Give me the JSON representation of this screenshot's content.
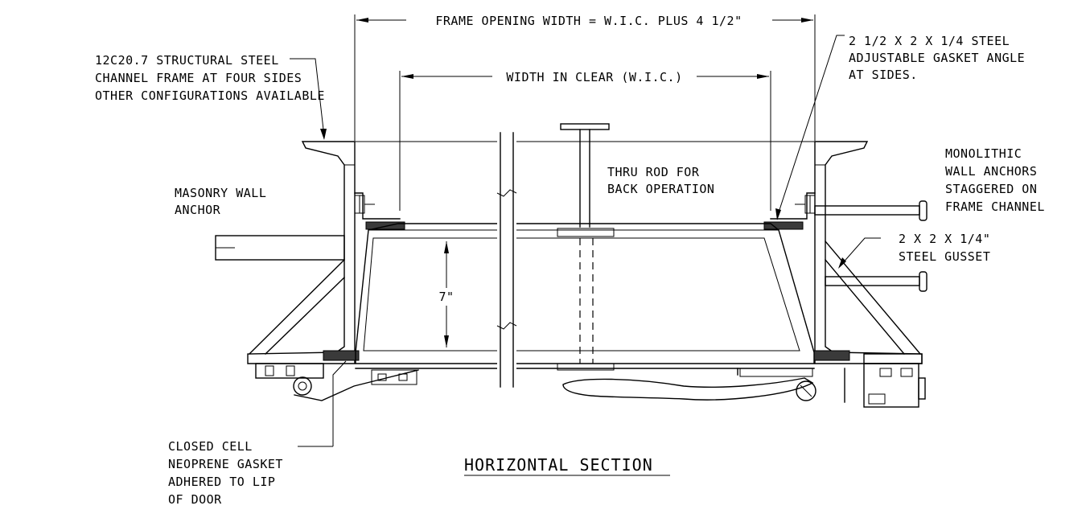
{
  "dimensions": {
    "frame_opening": "FRAME OPENING WIDTH = W.I.C. PLUS 4 1/2\"",
    "width_in_clear": "WIDTH IN CLEAR (W.I.C.)",
    "depth": "7\""
  },
  "callouts": {
    "channel_frame": [
      "12C20.7 STRUCTURAL STEEL",
      "CHANNEL FRAME AT FOUR SIDES",
      "OTHER CONFIGURATIONS AVAILABLE"
    ],
    "gasket_angle": [
      "2 1/2 X 2 X 1/4 STEEL",
      "ADJUSTABLE GASKET ANGLE",
      "AT SIDES."
    ],
    "monolithic_anchors": [
      "MONOLITHIC",
      "WALL ANCHORS",
      "STAGGERED ON",
      "FRAME CHANNEL"
    ],
    "masonry_anchor": [
      "MASONRY WALL",
      "ANCHOR"
    ],
    "thru_rod": [
      "THRU ROD FOR",
      "BACK OPERATION"
    ],
    "gusset": [
      "2 X 2 X 1/4\"",
      "STEEL GUSSET"
    ],
    "neoprene_gasket": [
      "CLOSED CELL",
      "NEOPRENE GASKET",
      "ADHERED TO LIP",
      "OF DOOR"
    ]
  },
  "title": "HORIZONTAL SECTION"
}
